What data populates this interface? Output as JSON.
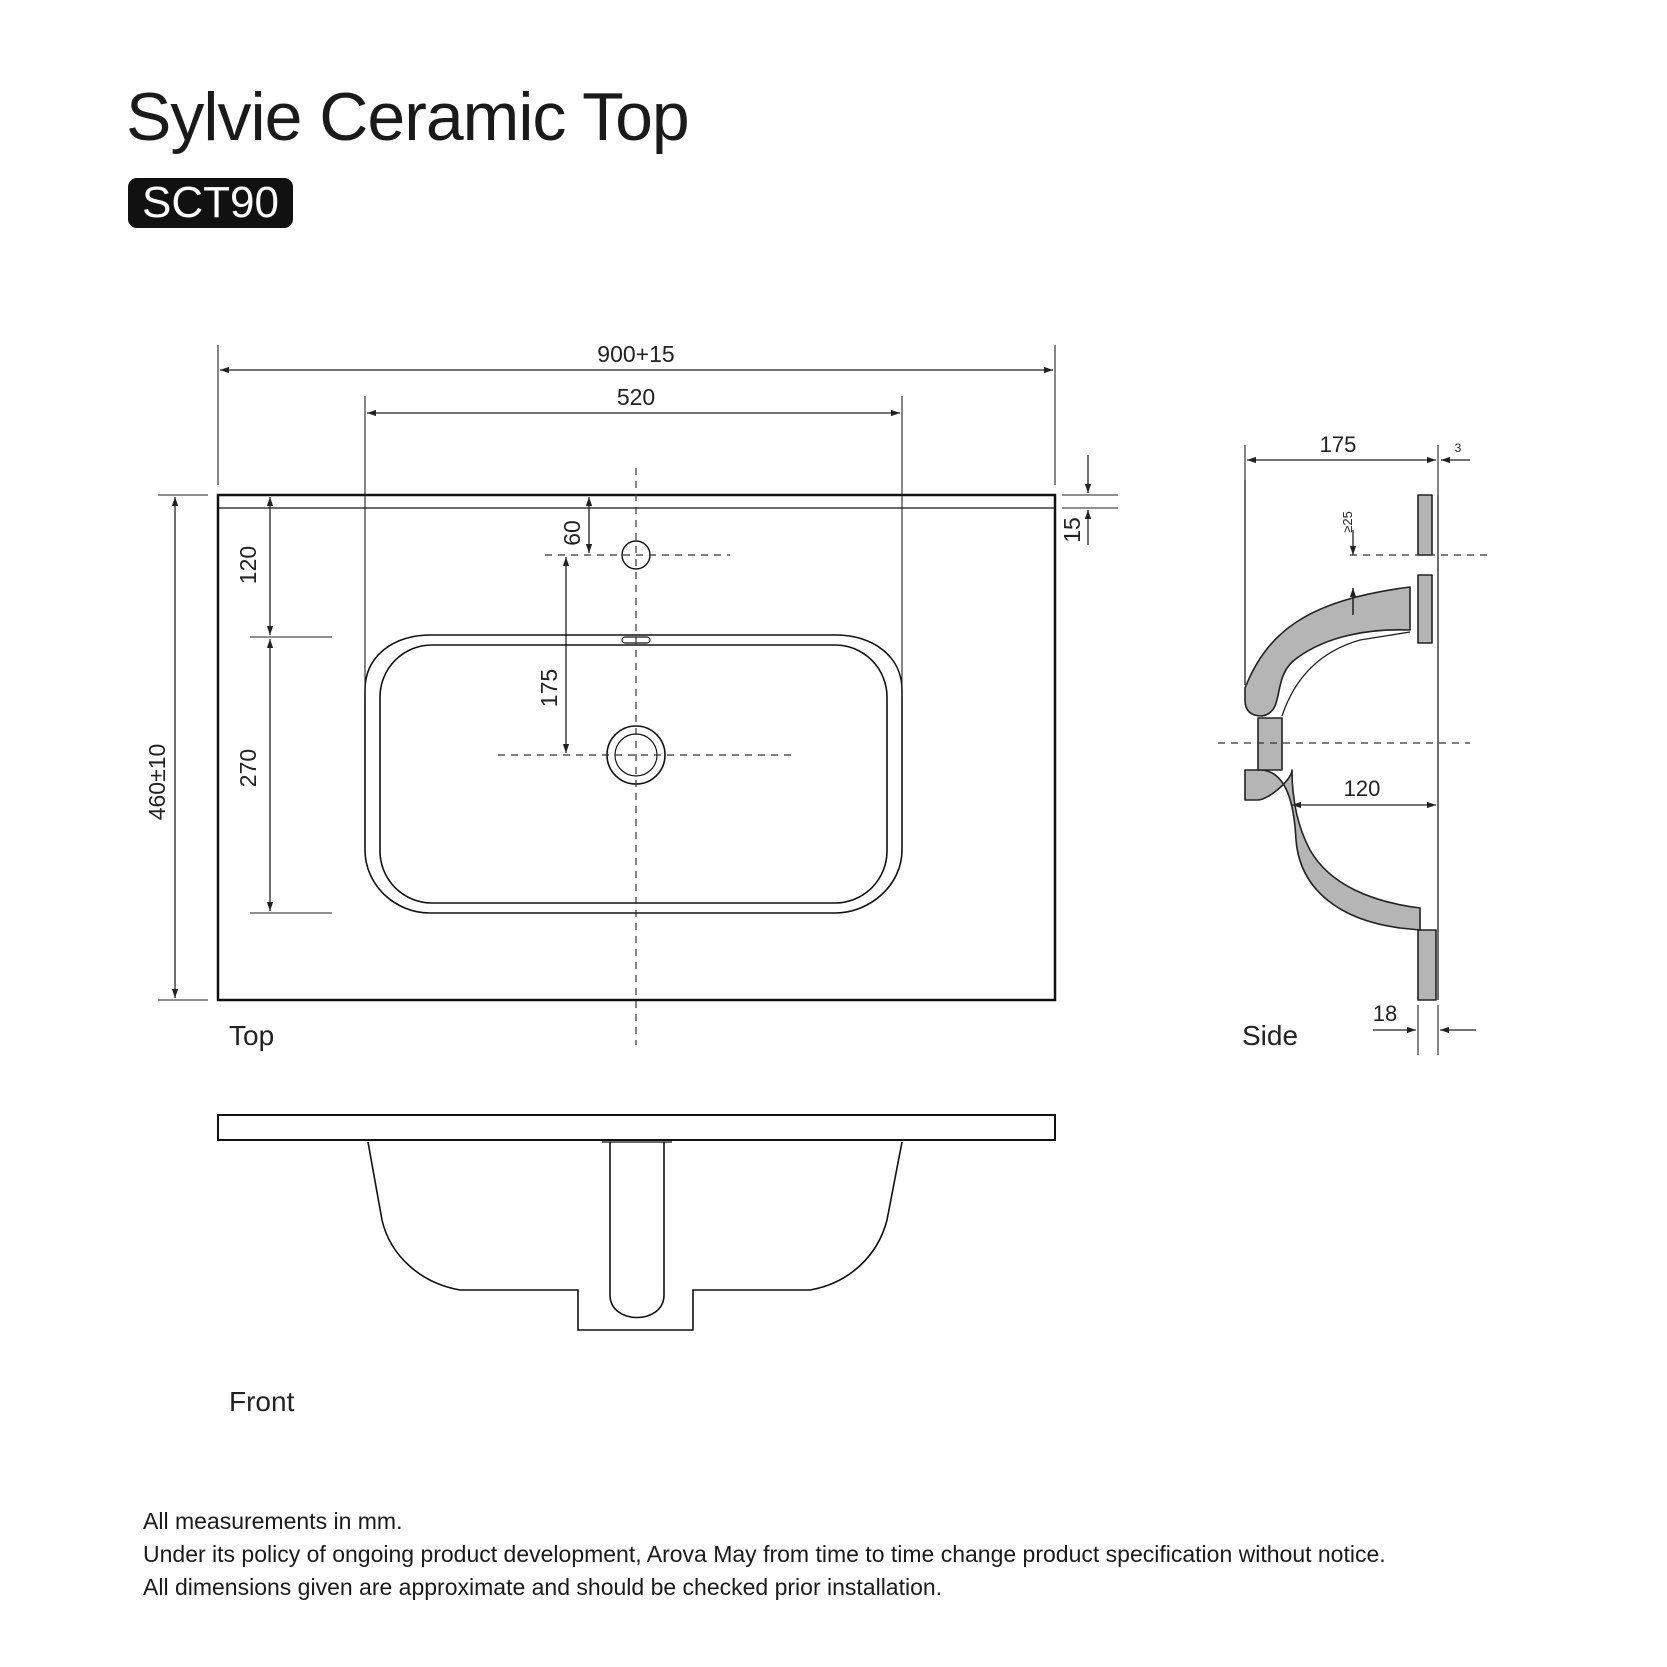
{
  "header": {
    "title": "Sylvie Ceramic Top",
    "model_code": "SCT90"
  },
  "views": {
    "top": "Top",
    "side": "Side",
    "front": "Front"
  },
  "dimensions": {
    "overall_width": "900+15",
    "basin_width": "520",
    "overall_depth": "460±10",
    "tap_offset": "60",
    "tap_to_waste": "175",
    "front_edge": "120",
    "basin_depth": "270",
    "top_thickness": "15",
    "side_depth": "175",
    "side_lip": "3",
    "side_gap": "≥25",
    "bowl_depth": "120",
    "wall_thickness": "18"
  },
  "notes": [
    "All measurements in mm.",
    "Under its policy of ongoing product development,  Arova May from time to time change product specification without notice.",
    "All dimensions given are approximate and should be checked prior installation."
  ]
}
